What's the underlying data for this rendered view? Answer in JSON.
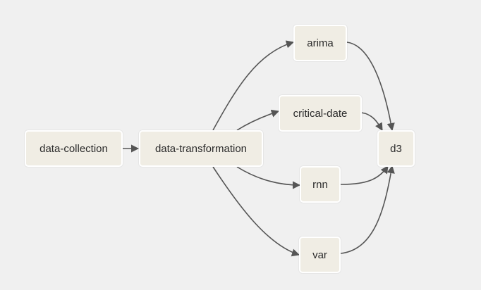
{
  "nodes": {
    "data_collection": "data-collection",
    "data_transformation": "data-transformation",
    "arima": "arima",
    "critical_date": "critical-date",
    "rnn": "rnn",
    "var": "var",
    "d3": "d3"
  },
  "edges": [
    {
      "from": "data-collection",
      "to": "data-transformation"
    },
    {
      "from": "data-transformation",
      "to": "arima"
    },
    {
      "from": "data-transformation",
      "to": "critical-date"
    },
    {
      "from": "data-transformation",
      "to": "rnn"
    },
    {
      "from": "data-transformation",
      "to": "var"
    },
    {
      "from": "arima",
      "to": "d3"
    },
    {
      "from": "critical-date",
      "to": "d3"
    },
    {
      "from": "rnn",
      "to": "d3"
    },
    {
      "from": "var",
      "to": "d3"
    }
  ],
  "colors": {
    "background": "#f0f0f0",
    "node_fill": "#f0ede4",
    "node_border": "#ffffff",
    "edge": "#555555"
  }
}
